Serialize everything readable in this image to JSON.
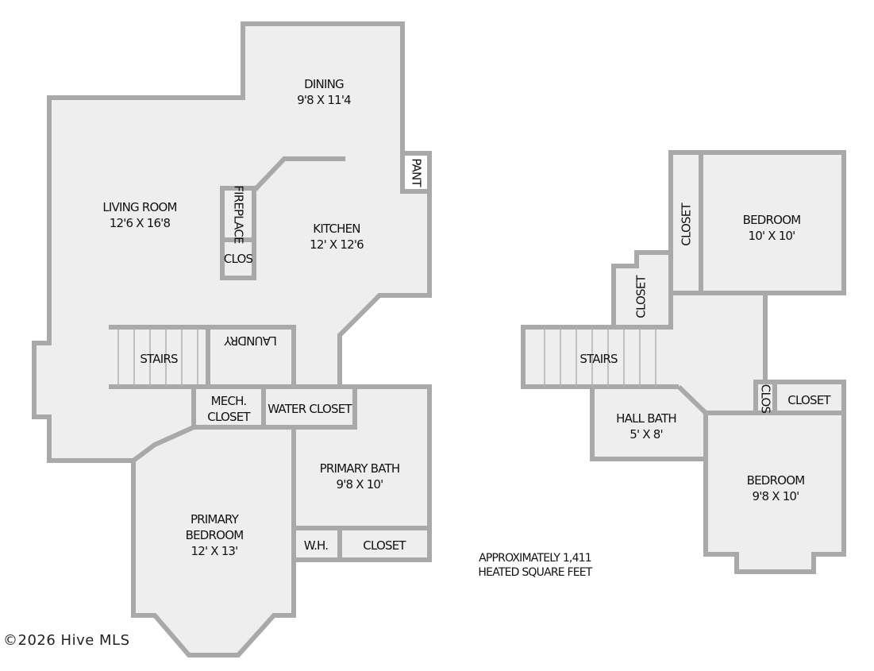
{
  "floor1": {
    "dining": {
      "name": "DINING",
      "dims": "9'8 X 11'4"
    },
    "pantry": {
      "name": "PANT"
    },
    "living": {
      "name": "LIVING ROOM",
      "dims": "12'6 X 16'8"
    },
    "fireplace": {
      "name": "FIREPLACE"
    },
    "clos": {
      "name": "CLOS"
    },
    "kitchen": {
      "name": "KITCHEN",
      "dims": "12' X 12'6"
    },
    "stairs": {
      "name": "STAIRS"
    },
    "laundry": {
      "name": "LAUNDRY"
    },
    "mech": {
      "line1": "MECH.",
      "line2": "CLOSET"
    },
    "water_closet": {
      "name": "WATER CLOSET"
    },
    "primary_bath": {
      "name": "PRIMARY BATH",
      "dims": "9'8 X 10'"
    },
    "primary_bedroom": {
      "line1": "PRIMARY",
      "line2": "BEDROOM",
      "dims": "12' X 13'"
    },
    "wh": {
      "name": "W.H."
    },
    "closet": {
      "name": "CLOSET"
    }
  },
  "floor2": {
    "closet_vert_top": {
      "name": "CLOSET"
    },
    "bedroom_top": {
      "name": "BEDROOM",
      "dims": "10' X 10'"
    },
    "closet_vert_left": {
      "name": "CLOSET"
    },
    "stairs": {
      "name": "STAIRS"
    },
    "clos": {
      "name": "CLOS"
    },
    "closet_right": {
      "name": "CLOSET"
    },
    "hall_bath": {
      "name": "HALL BATH",
      "dims": "5' X 8'"
    },
    "bedroom_bottom": {
      "name": "BEDROOM",
      "dims": "9'8 X 10'"
    }
  },
  "note": {
    "line1": "APPROXIMATELY 1,411",
    "line2": "HEATED SQUARE FEET"
  },
  "watermark": "©2026 Hive MLS"
}
